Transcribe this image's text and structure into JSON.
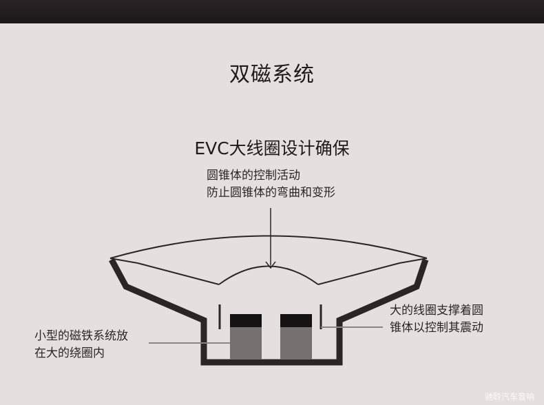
{
  "title": "双磁系统",
  "subtitle": "EVC大线圈设计确保",
  "annotation_top": [
    "圆锥体的控制活动",
    "防止圆锥体的弯曲和变形"
  ],
  "annotation_left": [
    "小型的磁铁系统放",
    "在大的绕圈内"
  ],
  "annotation_right": [
    "大的线圈支撑着圆",
    "锥体以控制其震动"
  ],
  "watermark": "驰聆汽车音响",
  "colors": {
    "background": "#e6dfe0",
    "top_bar": "#1f1a1b",
    "frame": "#2b2526",
    "magnet_cap": "#151213",
    "magnet_body": "#777071",
    "leader_line": "#8c8586"
  }
}
